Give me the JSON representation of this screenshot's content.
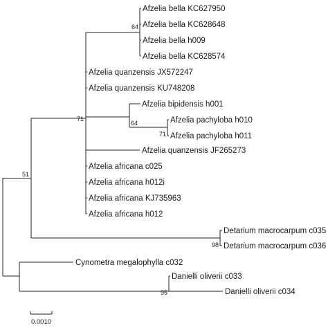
{
  "figure": {
    "type": "phylogenetic-tree",
    "line_color": "#222222",
    "text_color": "#1a1a1a",
    "background": "#ffffff"
  },
  "taxa": {
    "bella_kc627950": "Afzelia bella KC627950",
    "bella_kc628648": "Afzelia bella KC628648",
    "bella_h009": "Afzelia bella h009",
    "bella_kc628574": "Afzelia bella KC628574",
    "quanzensis_jx572247": "Afzelia quanzensis JX572247",
    "quanzensis_ku748208": "Afzelia quanzensis KU748208",
    "bipidensis_h001": "Afzelia bipidensis h001",
    "pachyloba_h010": "Afzelia pachyloba h010",
    "pachyloba_h011": "Afzelia pachyloba h011",
    "quanzensis_jf265273": "Afzelia quanzensis JF265273",
    "africana_c025": "Afzelia africana c025",
    "africana_h012i": "Afzelia africana h012i",
    "africana_kj735963": "Afzelia africana KJ735963",
    "africana_h012": "Afzelia africana h012",
    "detarium_c035": "Detarium macrocarpum c035",
    "detarium_c036": "Detarium macrocarpum c036",
    "cynometra_c032": "Cynometra megalophylla c032",
    "danielli_c033": "Danielli oliverii c033",
    "danielli_c034": "Danielli oliverii c034"
  },
  "support": {
    "bella_clade": "64",
    "afzelia_clade": "71",
    "bipidensis_pachyloba": "64",
    "pachyloba_pair": "71",
    "afzelia_detarium": "51",
    "detarium_pair": "98",
    "danielli_pair": "95"
  },
  "scale_bar": {
    "label": "0.0010"
  }
}
